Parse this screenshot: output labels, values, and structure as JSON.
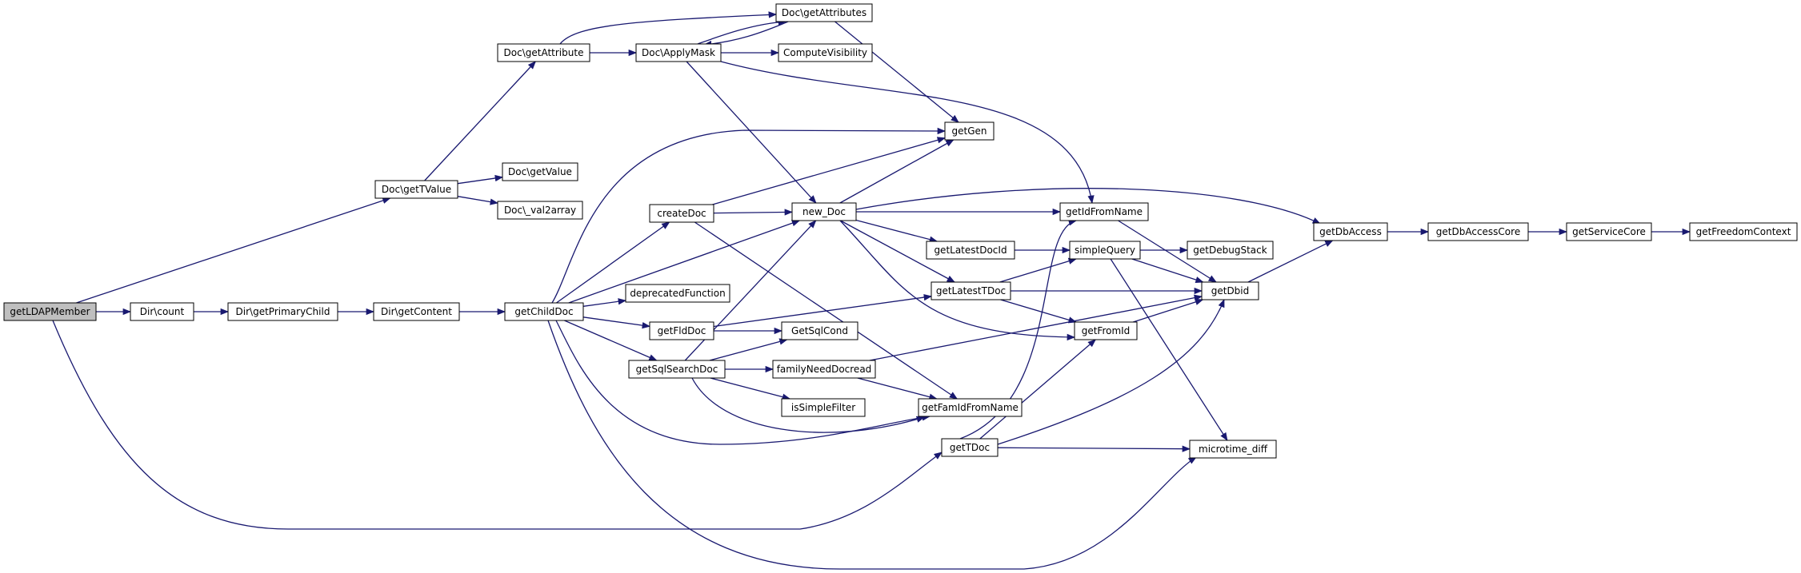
{
  "graph": {
    "edge_color": "#191970",
    "root_fill": "#bfbfbf",
    "nodes": [
      {
        "id": "getLDAPMember",
        "label": "getLDAPMember"
      },
      {
        "id": "Dir_count",
        "label": "Dir\\count"
      },
      {
        "id": "Dir_getPrimaryChild",
        "label": "Dir\\getPrimaryChild"
      },
      {
        "id": "Dir_getContent",
        "label": "Dir\\getContent"
      },
      {
        "id": "getChildDoc",
        "label": "getChildDoc"
      },
      {
        "id": "Doc_getTValue",
        "label": "Doc\\getTValue"
      },
      {
        "id": "Doc_getAttribute",
        "label": "Doc\\getAttribute"
      },
      {
        "id": "Doc_getValue",
        "label": "Doc\\getValue"
      },
      {
        "id": "Doc_val2array",
        "label": "Doc\\_val2array"
      },
      {
        "id": "Doc_ApplyMask",
        "label": "Doc\\ApplyMask"
      },
      {
        "id": "Doc_getAttributes",
        "label": "Doc\\getAttributes"
      },
      {
        "id": "ComputeVisibility",
        "label": "ComputeVisibility"
      },
      {
        "id": "getGen",
        "label": "getGen"
      },
      {
        "id": "createDoc",
        "label": "createDoc"
      },
      {
        "id": "new_Doc",
        "label": "new_Doc"
      },
      {
        "id": "deprecatedFunction",
        "label": "deprecatedFunction"
      },
      {
        "id": "getFldDoc",
        "label": "getFldDoc"
      },
      {
        "id": "getSqlSearchDoc",
        "label": "getSqlSearchDoc"
      },
      {
        "id": "GetSqlCond",
        "label": "GetSqlCond"
      },
      {
        "id": "familyNeedDocread",
        "label": "familyNeedDocread"
      },
      {
        "id": "isSimpleFilter",
        "label": "isSimpleFilter"
      },
      {
        "id": "getFamIdFromName",
        "label": "getFamIdFromName"
      },
      {
        "id": "getTDoc",
        "label": "getTDoc"
      },
      {
        "id": "getIdFromName",
        "label": "getIdFromName"
      },
      {
        "id": "getLatestDocId",
        "label": "getLatestDocId"
      },
      {
        "id": "getLatestTDoc",
        "label": "getLatestTDoc"
      },
      {
        "id": "simpleQuery",
        "label": "simpleQuery"
      },
      {
        "id": "getDebugStack",
        "label": "getDebugStack"
      },
      {
        "id": "getFromId",
        "label": "getFromId"
      },
      {
        "id": "getDbid",
        "label": "getDbid"
      },
      {
        "id": "microtime_diff",
        "label": "microtime_diff"
      },
      {
        "id": "getDbAccess",
        "label": "getDbAccess"
      },
      {
        "id": "getDbAccessCore",
        "label": "getDbAccessCore"
      },
      {
        "id": "getServiceCore",
        "label": "getServiceCore"
      },
      {
        "id": "getFreedomContext",
        "label": "getFreedomContext"
      }
    ],
    "edges": [
      [
        "getLDAPMember",
        "Dir_count"
      ],
      [
        "getLDAPMember",
        "Doc_getTValue"
      ],
      [
        "getLDAPMember",
        "getTDoc"
      ],
      [
        "Dir_count",
        "Dir_getPrimaryChild"
      ],
      [
        "Dir_getPrimaryChild",
        "Dir_getContent"
      ],
      [
        "Dir_getContent",
        "getChildDoc"
      ],
      [
        "Doc_getTValue",
        "Doc_getAttribute"
      ],
      [
        "Doc_getTValue",
        "Doc_getValue"
      ],
      [
        "Doc_getTValue",
        "Doc_val2array"
      ],
      [
        "Doc_getAttribute",
        "Doc_ApplyMask"
      ],
      [
        "Doc_getAttribute",
        "Doc_getAttributes"
      ],
      [
        "Doc_ApplyMask",
        "Doc_getAttributes"
      ],
      [
        "Doc_getAttributes",
        "Doc_ApplyMask"
      ],
      [
        "Doc_ApplyMask",
        "ComputeVisibility"
      ],
      [
        "Doc_ApplyMask",
        "new_Doc"
      ],
      [
        "Doc_ApplyMask",
        "getIdFromName"
      ],
      [
        "Doc_getAttributes",
        "getGen"
      ],
      [
        "getChildDoc",
        "getGen"
      ],
      [
        "getChildDoc",
        "createDoc"
      ],
      [
        "getChildDoc",
        "new_Doc"
      ],
      [
        "getChildDoc",
        "deprecatedFunction"
      ],
      [
        "getChildDoc",
        "getFldDoc"
      ],
      [
        "getChildDoc",
        "getSqlSearchDoc"
      ],
      [
        "getChildDoc",
        "getFamIdFromName"
      ],
      [
        "getChildDoc",
        "microtime_diff"
      ],
      [
        "createDoc",
        "getGen"
      ],
      [
        "createDoc",
        "new_Doc"
      ],
      [
        "createDoc",
        "getFamIdFromName"
      ],
      [
        "new_Doc",
        "getGen"
      ],
      [
        "new_Doc",
        "getIdFromName"
      ],
      [
        "new_Doc",
        "getDbAccess"
      ],
      [
        "new_Doc",
        "getLatestDocId"
      ],
      [
        "new_Doc",
        "getLatestTDoc"
      ],
      [
        "new_Doc",
        "getFromId"
      ],
      [
        "getFldDoc",
        "getLatestTDoc"
      ],
      [
        "getFldDoc",
        "GetSqlCond"
      ],
      [
        "getSqlSearchDoc",
        "new_Doc"
      ],
      [
        "getSqlSearchDoc",
        "GetSqlCond"
      ],
      [
        "getSqlSearchDoc",
        "familyNeedDocread"
      ],
      [
        "getSqlSearchDoc",
        "isSimpleFilter"
      ],
      [
        "getSqlSearchDoc",
        "getFamIdFromName"
      ],
      [
        "familyNeedDocread",
        "getFamIdFromName"
      ],
      [
        "familyNeedDocread",
        "getDbid"
      ],
      [
        "getLatestDocId",
        "simpleQuery"
      ],
      [
        "getLatestTDoc",
        "simpleQuery"
      ],
      [
        "getLatestTDoc",
        "getDbid"
      ],
      [
        "getLatestTDoc",
        "getFromId"
      ],
      [
        "getIdFromName",
        "getDbid"
      ],
      [
        "simpleQuery",
        "getDebugStack"
      ],
      [
        "simpleQuery",
        "getDbid"
      ],
      [
        "simpleQuery",
        "microtime_diff"
      ],
      [
        "getFromId",
        "getDbid"
      ],
      [
        "getTDoc",
        "getIdFromName"
      ],
      [
        "getTDoc",
        "getFromId"
      ],
      [
        "getTDoc",
        "getDbid"
      ],
      [
        "getTDoc",
        "microtime_diff"
      ],
      [
        "getDbid",
        "getDbAccess"
      ],
      [
        "getDbAccess",
        "getDbAccessCore"
      ],
      [
        "getDbAccessCore",
        "getServiceCore"
      ],
      [
        "getServiceCore",
        "getFreedomContext"
      ]
    ]
  }
}
